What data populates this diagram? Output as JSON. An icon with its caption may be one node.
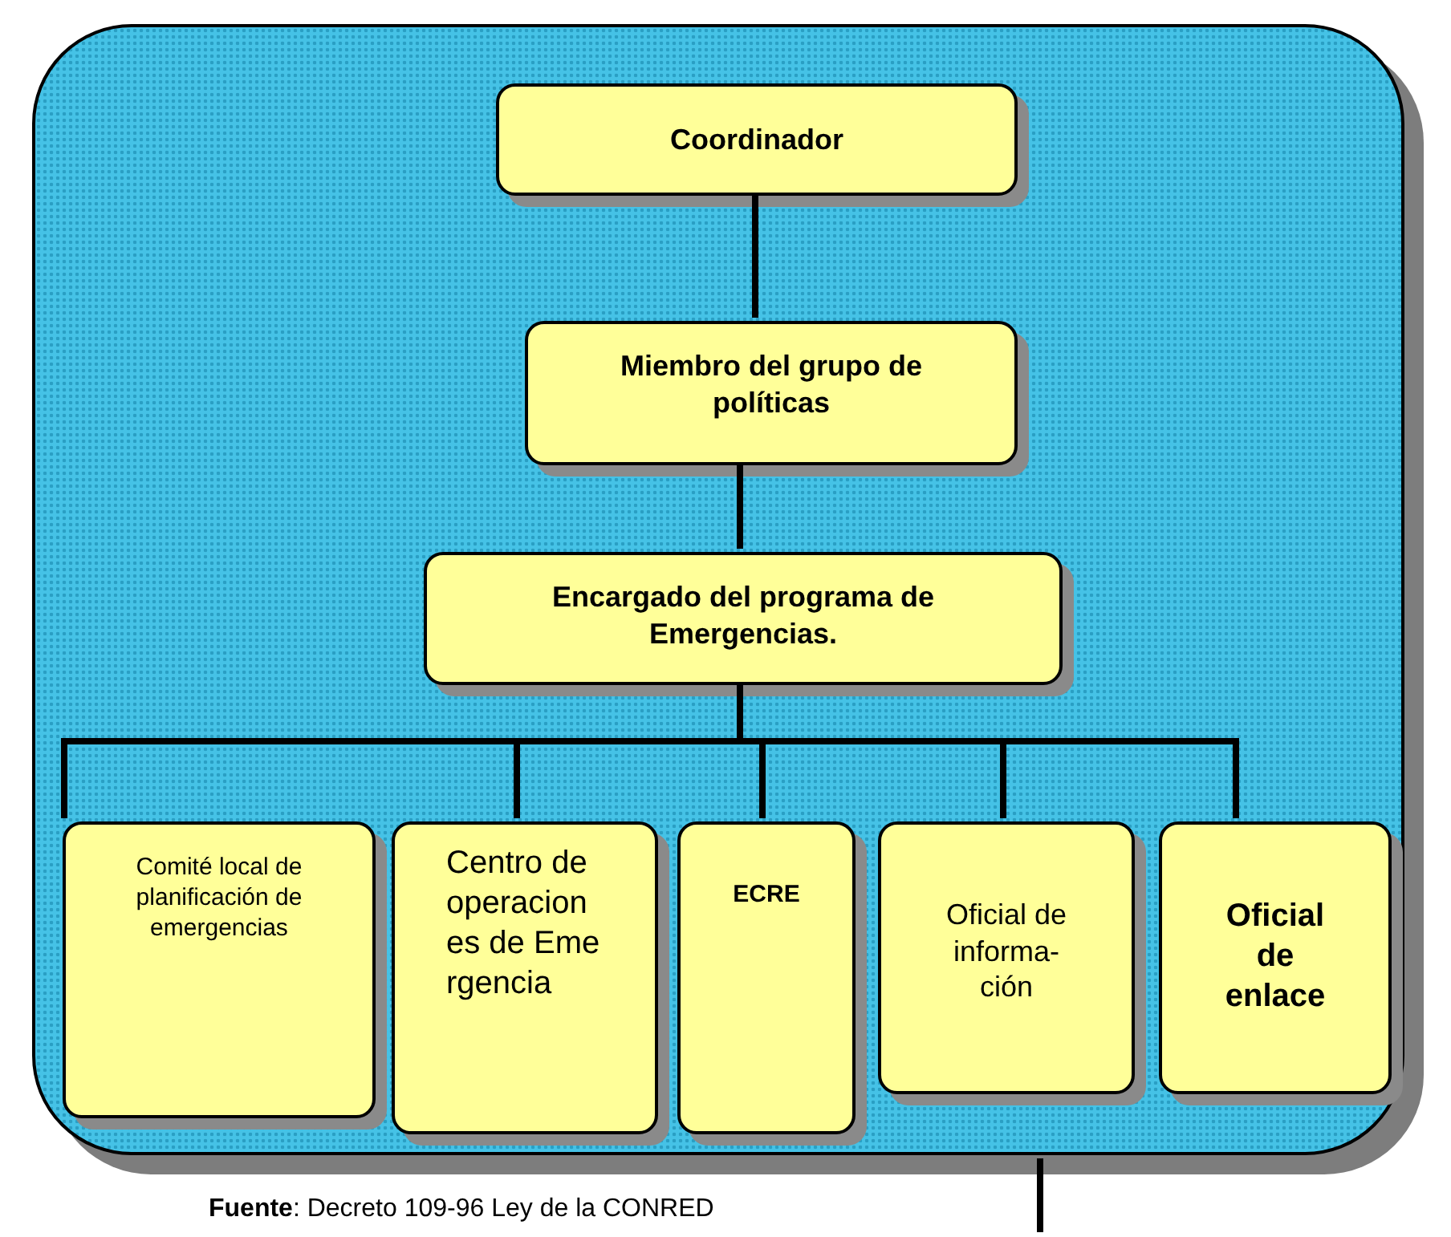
{
  "diagram": {
    "nodes": [
      {
        "text": [],
        "shape": "box"
      },
      {
        "text": [
          "Coordinador"
        ],
        "in": 0
      },
      {
        "text": [
          "Miembro del grupo de políticas"
        ],
        "in": 0
      },
      {
        "text": [
          "Encargado del programa de Emergencias."
        ],
        "in": 0
      },
      {
        "text": [
          "Comité local de planificación de emergencias"
        ],
        "in": 0
      },
      {
        "text": [
          "Centro de operaciones de Emergencia"
        ],
        "in": 0
      },
      {
        "text": [
          "ECRE"
        ],
        "in": 0
      },
      {
        "text": [
          "Oficial de informa- ción"
        ],
        "in": 0
      },
      {
        "text": [
          "Oficial de enlace"
        ],
        "in": 0
      }
    ],
    "edges": [
      {
        "from": 1,
        "to": 2,
        "arrow": "none"
      },
      {
        "from": 2,
        "to": 3,
        "arrow": "none"
      },
      {
        "from": 3,
        "to": 4,
        "arrow": "none"
      },
      {
        "from": 3,
        "to": 5,
        "arrow": "none"
      },
      {
        "from": 3,
        "to": 6,
        "arrow": "none"
      },
      {
        "from": 3,
        "to": 7,
        "arrow": "none"
      },
      {
        "from": 3,
        "to": 8,
        "arrow": "none"
      },
      {
        "from": 0,
        "to": null,
        "arrow": "none"
      }
    ],
    "labels": [
      "**Fuente**: Decreto 109-96 Ley de la CONRED"
    ]
  }
}
